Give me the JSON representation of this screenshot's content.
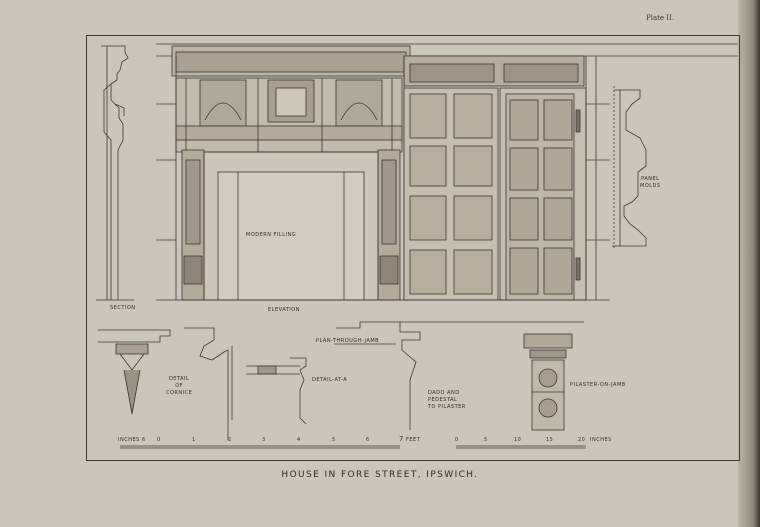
{
  "plate_number": "Plate II.",
  "caption": "HOUSE IN FORE STREET, IPSWICH.",
  "labels": {
    "section": "SECTION",
    "elevation": "ELEVATION",
    "modern_filling": "MODERN FILLING",
    "panel_molds": [
      "PANEL",
      "MOLDS"
    ],
    "detail_cornice": [
      "DETAIL",
      "OF",
      "CORNICE"
    ],
    "detail_at_a": "DETAIL-AT-A",
    "plan_through_jamb": "PLAN-THROUGH-JAMB",
    "dado_pedestal": [
      "DADO AND",
      "PEDESTAL",
      "TO PILASTER"
    ],
    "pilaster_on_jamb": "PILASTER-ON-JAMB"
  },
  "scale_feet": {
    "start": "INCHES",
    "ticks": [
      "6",
      "0",
      "1",
      "2",
      "3",
      "4",
      "5",
      "6",
      "7"
    ],
    "unit": "FEET"
  },
  "scale_inches": {
    "ticks": [
      "0",
      "5",
      "10",
      "15",
      "20"
    ],
    "unit": "INCHES"
  }
}
